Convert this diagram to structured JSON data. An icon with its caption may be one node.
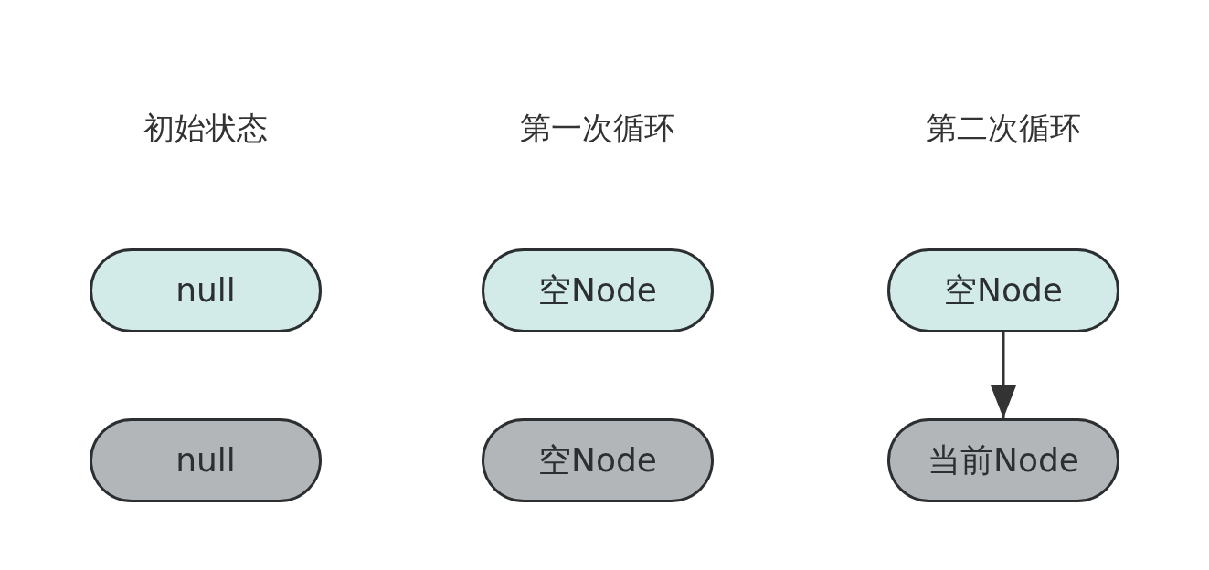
{
  "diagram": {
    "nodes": [
      {
        "text": [
          "null"
        ]
      },
      {
        "text": [
          "null"
        ]
      },
      {
        "text": [
          "空Node"
        ]
      },
      {
        "text": [
          "空Node"
        ]
      },
      {
        "text": [
          "空Node"
        ]
      },
      {
        "text": [
          "当前Node"
        ]
      }
    ],
    "edges": [
      {
        "from": 4,
        "to": 5,
        "arrow": "to"
      }
    ],
    "labels": [
      "初始状态",
      "第一次循环",
      "第二次循环"
    ]
  }
}
